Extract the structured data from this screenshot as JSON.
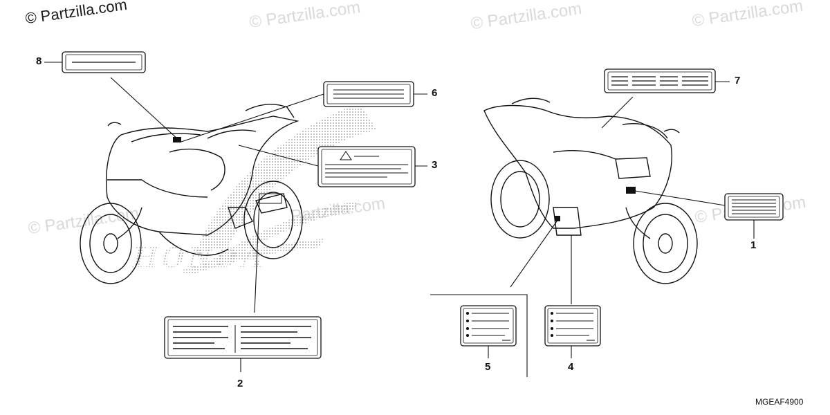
{
  "watermark": {
    "main": "© Partzilla.com",
    "faint": [
      "© Partzilla.com",
      "© Partzilla.com",
      "© Partzilla.com",
      "© Partzilla.com",
      "Partzilla.com",
      "© Partzilla.com"
    ]
  },
  "brand_text": "HONDA",
  "callouts": [
    "1",
    "2",
    "3",
    "4",
    "5",
    "6",
    "7",
    "8"
  ],
  "diagram_code": "MGEAF4900"
}
